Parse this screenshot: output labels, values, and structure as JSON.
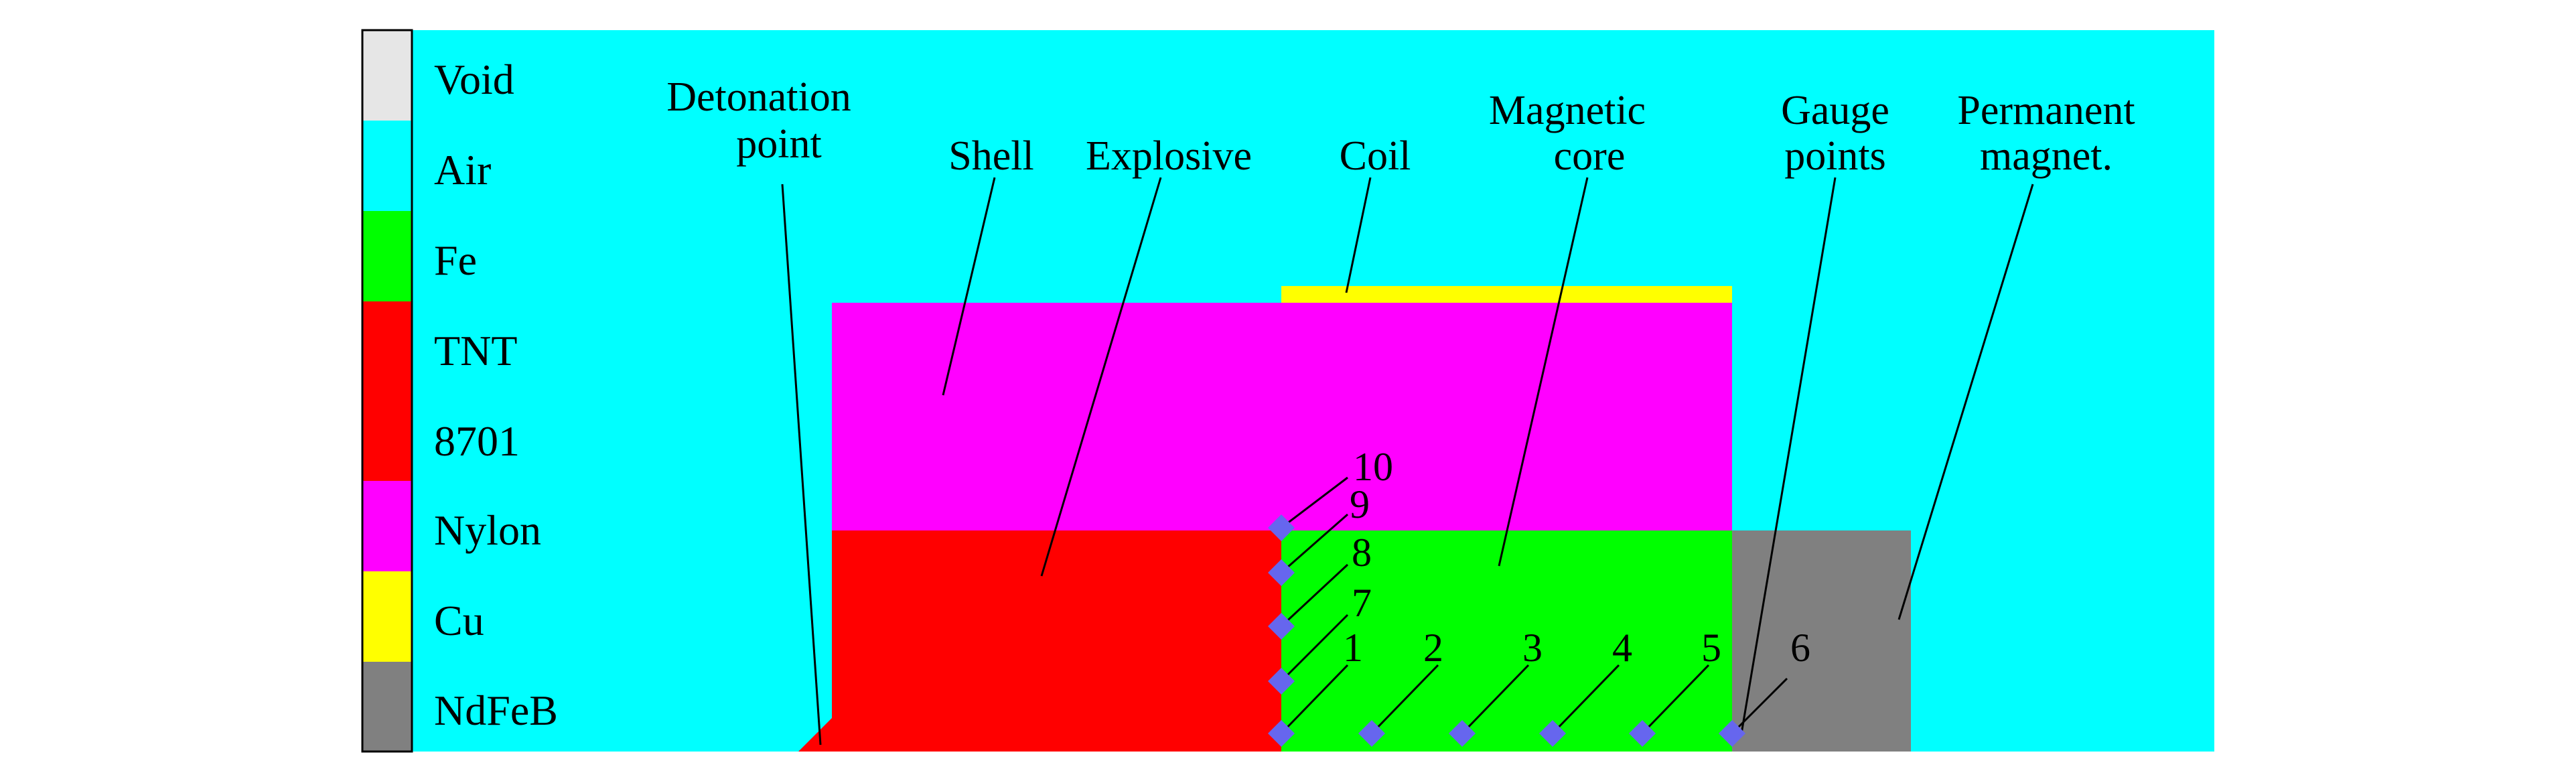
{
  "legend": {
    "items": [
      {
        "label": "Void",
        "color": "#e6e6e6"
      },
      {
        "label": "Air",
        "color": "#00ffff"
      },
      {
        "label": "Fe",
        "color": "#00ff00"
      },
      {
        "label": "TNT",
        "color": "#ff0000"
      },
      {
        "label": "8701",
        "color": "#ff0000"
      },
      {
        "label": "Nylon",
        "color": "#ff00ff"
      },
      {
        "label": "Cu",
        "color": "#ffff00"
      },
      {
        "label": "NdFeB",
        "color": "#808080"
      }
    ]
  },
  "callouts": {
    "detonation_line1": "Detonation",
    "detonation_line2": "point",
    "shell": "Shell",
    "explosive": "Explosive",
    "coil": "Coil",
    "core_line1": "Magnetic",
    "core_line2": "core",
    "gauge_line1": "Gauge",
    "gauge_line2": "points",
    "magnet_line1": "Permanent",
    "magnet_line2": "magnet."
  },
  "gauges": [
    "1",
    "2",
    "3",
    "4",
    "5",
    "6",
    "7",
    "8",
    "9",
    "10"
  ],
  "colors": {
    "air": "#00ffff",
    "fe": "#00ff00",
    "explosive": "#ff0000",
    "nylon": "#ff00ff",
    "cu": "#ffff00",
    "ndfeb": "#808080",
    "gauge_marker": "#6666ee"
  }
}
